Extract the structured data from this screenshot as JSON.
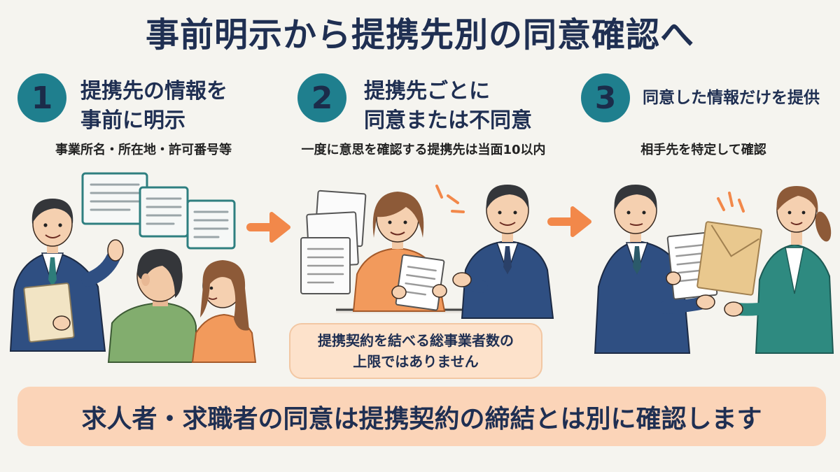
{
  "title": "事前明示から提携先別の同意確認へ",
  "steps": [
    {
      "number": "1",
      "title_lines": [
        "提携先の情報を",
        "事前に明示"
      ],
      "subtitle": "事業所名・所在地・許可番号等"
    },
    {
      "number": "2",
      "title_lines": [
        "提携先ごとに",
        "同意または不同意"
      ],
      "subtitle": "一度に意思を確認する提携先は当面10以内"
    },
    {
      "number": "3",
      "title_lines": [
        "同意した情報だけを提供"
      ],
      "subtitle": "相手先を特定して確認"
    }
  ],
  "note": {
    "lines": [
      "提携契約を結べる総事業者数の",
      "上限ではありません"
    ]
  },
  "banner": "求人者・求職者の同意は提携契約の締結とは別に確認します",
  "colors": {
    "background": "#f5f4ef",
    "title": "#1f2f52",
    "step_circle": "#1f7f8e",
    "arrow": "#f2884a",
    "note_bg": "#fde2cb",
    "banner_bg": "#fbd4b8"
  },
  "icons": {
    "step_arrow": "arrow-right-icon",
    "documents": "document-icon",
    "envelope": "envelope-icon"
  }
}
